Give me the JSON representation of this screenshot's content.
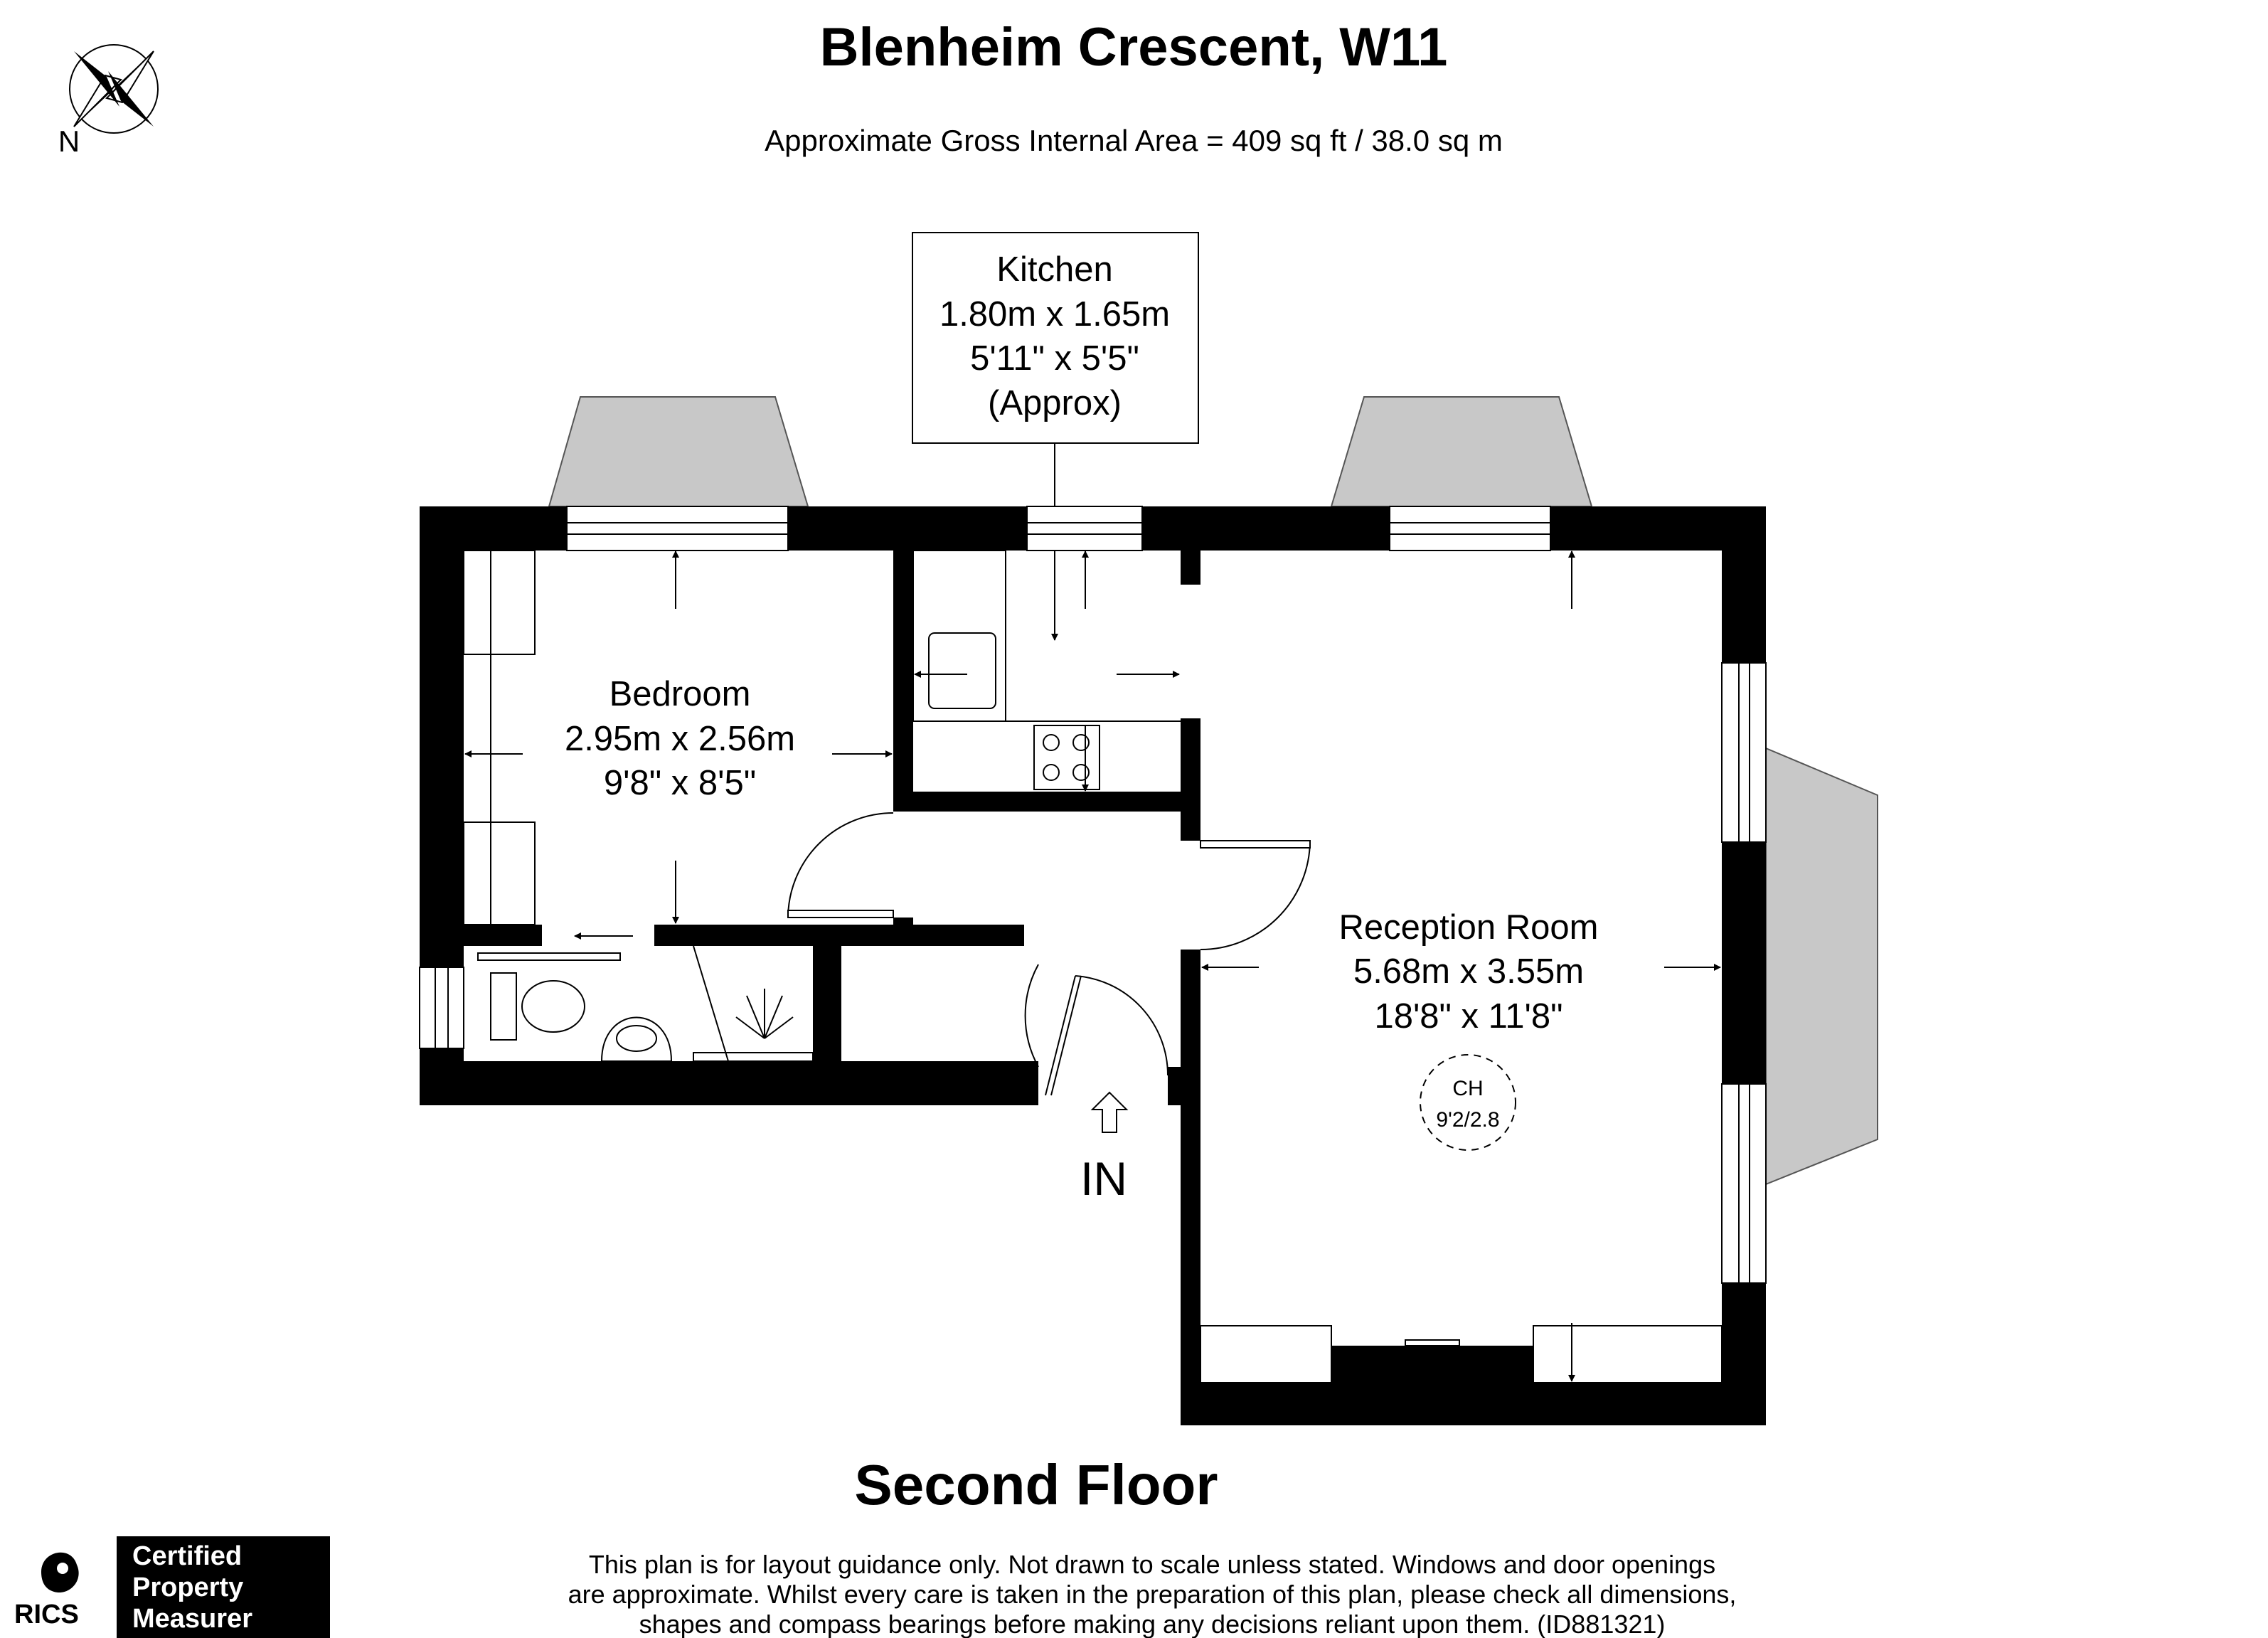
{
  "header": {
    "title": "Blenheim Crescent, W11",
    "area": "Approximate Gross Internal Area = 409 sq ft / 38.0 sq m"
  },
  "compass": {
    "north_label": "N",
    "icon": "compass-rose-icon"
  },
  "rooms": {
    "kitchen": {
      "name": "Kitchen",
      "metric": "1.80m x 1.65m",
      "imperial": "5'11\" x 5'5\"",
      "note": "(Approx)"
    },
    "bedroom": {
      "name": "Bedroom",
      "metric": "2.95m x 2.56m",
      "imperial": "9'8\" x 8'5\""
    },
    "reception": {
      "name": "Reception Room",
      "metric": "5.68m x 3.55m",
      "imperial": "18'8\" x 11'8\""
    }
  },
  "ceiling_height": {
    "label": "CH",
    "value": "9'2/2.8"
  },
  "entrance": {
    "label": "IN"
  },
  "floor_label": "Second Floor",
  "disclaimer": [
    "This plan is for layout guidance only. Not drawn to scale unless stated. Windows and door openings",
    "are approximate. Whilst every care is taken in the preparation of this plan, please check all dimensions,",
    "shapes and compass bearings before making any decisions reliant upon them. (ID881321)"
  ],
  "branding": {
    "rics": "RICS",
    "badge_lines": [
      "Certified",
      "Property",
      "Measurer"
    ]
  },
  "colors": {
    "wall": "#000000",
    "bay": "#c8c8c8",
    "background": "#ffffff"
  }
}
